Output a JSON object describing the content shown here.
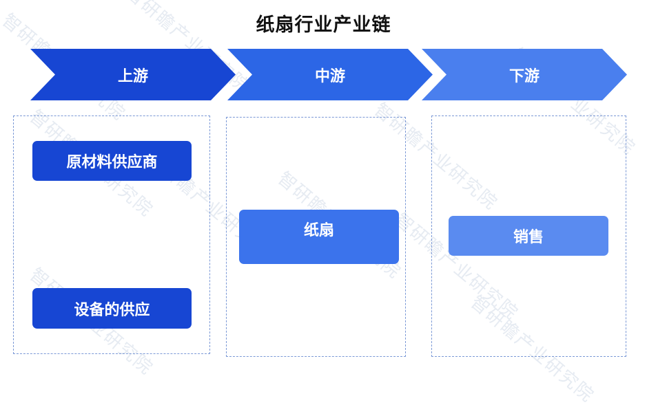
{
  "title": "纸扇行业产业链",
  "stages": [
    {
      "label": "上游",
      "color": "#1746d3"
    },
    {
      "label": "中游",
      "color": "#2c66e6"
    },
    {
      "label": "下游",
      "color": "#4a7fee"
    }
  ],
  "upstream": {
    "items": [
      "原材料供应商",
      "设备的供应"
    ],
    "color": "#1746d3"
  },
  "midstream": {
    "items": [
      "纸扇"
    ],
    "color": "#3b73ec"
  },
  "downstream": {
    "items": [
      "销售"
    ],
    "color": "#5a8bf0"
  },
  "colors": {
    "dashed_border": "#7a98d6",
    "watermark": "#e6ebf2"
  }
}
